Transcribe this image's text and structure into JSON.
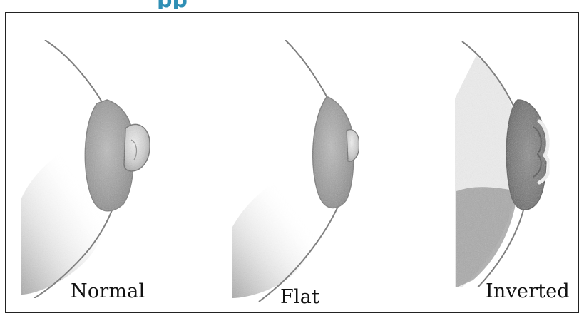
{
  "heading": {
    "text": "pp"
  },
  "figure": {
    "panels": [
      {
        "label": "Normal"
      },
      {
        "label": "Flat"
      },
      {
        "label": "Inverted"
      }
    ]
  },
  "colors": {
    "heading": "#2f8fb5",
    "frame": "#222222",
    "ink": "#6b6b6b",
    "areola": "#a9a9a9"
  }
}
